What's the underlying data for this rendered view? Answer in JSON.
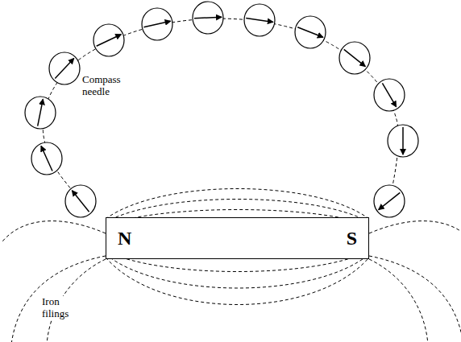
{
  "diagram": {
    "nodes": [
      {
        "text": [
          "N",
          "S"
        ]
      }
    ],
    "labels": [
      "Compass needle",
      "Iron filings"
    ]
  }
}
